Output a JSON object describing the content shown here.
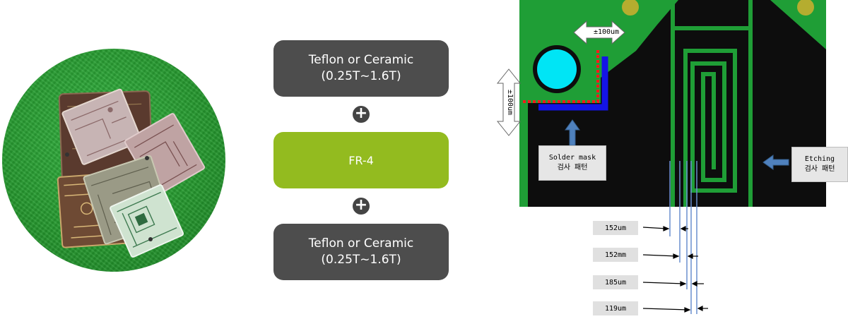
{
  "stack": {
    "top_layer": "Teflon or Ceramic\n(0.25T~1.6T)",
    "plus_top": "+",
    "middle_layer": "FR-4",
    "plus_bottom": "+",
    "bottom_layer": "Teflon or Ceramic\n(0.25T~1.6T)"
  },
  "diagram": {
    "horizontal_tolerance": "±100um",
    "vertical_tolerance": "±100um",
    "solder_mask_label": "Solder mask\n검사 패턴",
    "etching_label": "Etching\n검사 패턴",
    "measurements": [
      "152um",
      "152mm",
      "185um",
      "119um"
    ]
  },
  "colors": {
    "layer_dark": "#4d4d4d",
    "layer_green": "#93bb1f",
    "pcb_black": "#0d0d0d",
    "pcb_green": "#1f9e36",
    "pad_cyan": "#00e5f5",
    "mask_blue": "#1414e6",
    "mask_red_dotted": "#ff1a1a",
    "arrow_blue": "#4f81bd"
  }
}
